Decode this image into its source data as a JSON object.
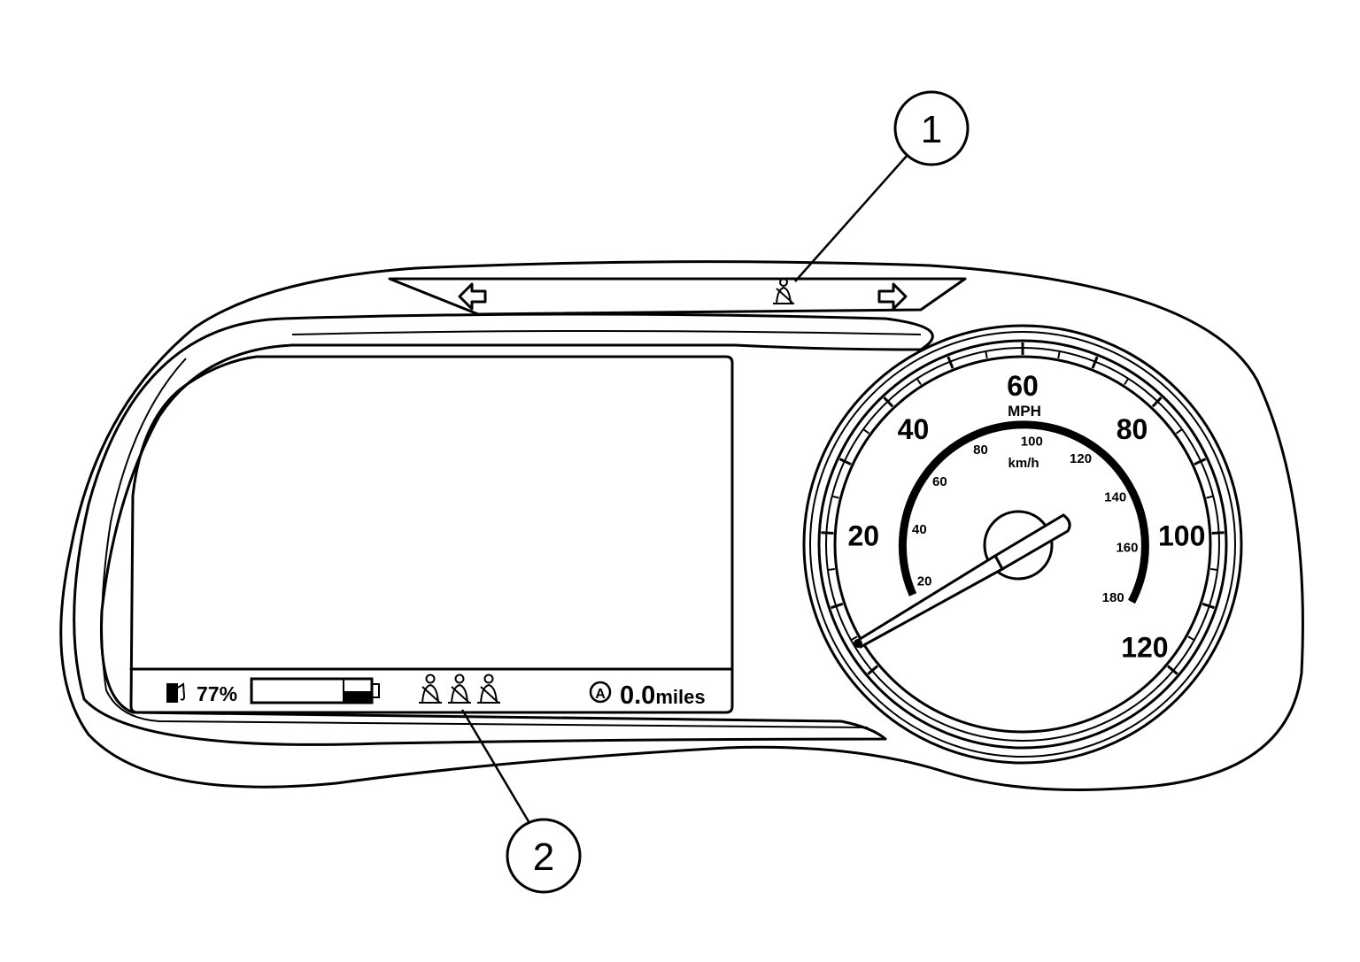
{
  "callouts": [
    {
      "label": "1"
    },
    {
      "label": "2"
    }
  ],
  "display": {
    "fuel_percent": "77%",
    "fuel_icon": "fuel-pump-icon",
    "trip_icon": "trip-a-icon",
    "trip_label": "A",
    "odometer_value": "0.0",
    "odometer_unit": "miles",
    "battery_icon": "battery-icon",
    "seatbelt_icons": [
      "seatbelt-icon",
      "seatbelt-icon",
      "seatbelt-icon"
    ]
  },
  "indicator_strip": {
    "left_arrow_icon": "turn-left-arrow-icon",
    "right_arrow_icon": "turn-right-arrow-icon",
    "seatbelt_icon": "seatbelt-warning-icon"
  },
  "speedometer": {
    "mph_labels": [
      "20",
      "40",
      "60",
      "80",
      "100",
      "120"
    ],
    "mph_unit": "MPH",
    "kmh_labels": [
      "20",
      "40",
      "60",
      "80",
      "100",
      "120",
      "140",
      "160",
      "180"
    ],
    "kmh_unit": "km/h",
    "needle_value_mph": 0
  }
}
